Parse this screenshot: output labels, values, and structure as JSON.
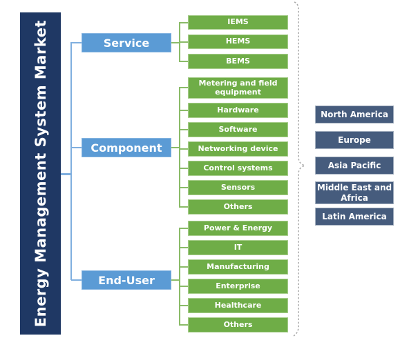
{
  "title": "Energy Management System Market",
  "colors": {
    "root_bar": "#1F3864",
    "branch_blue": "#5B9BD5",
    "leaf_green": "#6FAD47",
    "region_slate": "#465C7D",
    "connector_blue": "#7FAFDF",
    "connector_green": "#8ABB68",
    "brace_dashed_gray": "#ABABAB"
  },
  "groups": [
    {
      "label": "Service",
      "items": [
        "IEMS",
        "HEMS",
        "BEMS"
      ]
    },
    {
      "label": "Component",
      "items": [
        "Metering and field equipment",
        "Hardware",
        "Software",
        "Networking device",
        "Control systems",
        "Sensors",
        "Others"
      ]
    },
    {
      "label": "End-User",
      "items": [
        "Power & Energy",
        "IT",
        "Manufacturing",
        "Enterprise",
        "Healthcare",
        "Others"
      ]
    }
  ],
  "regions": [
    "North America",
    "Europe",
    "Asia Pacific",
    "Middle East and Africa",
    "Latin America"
  ]
}
